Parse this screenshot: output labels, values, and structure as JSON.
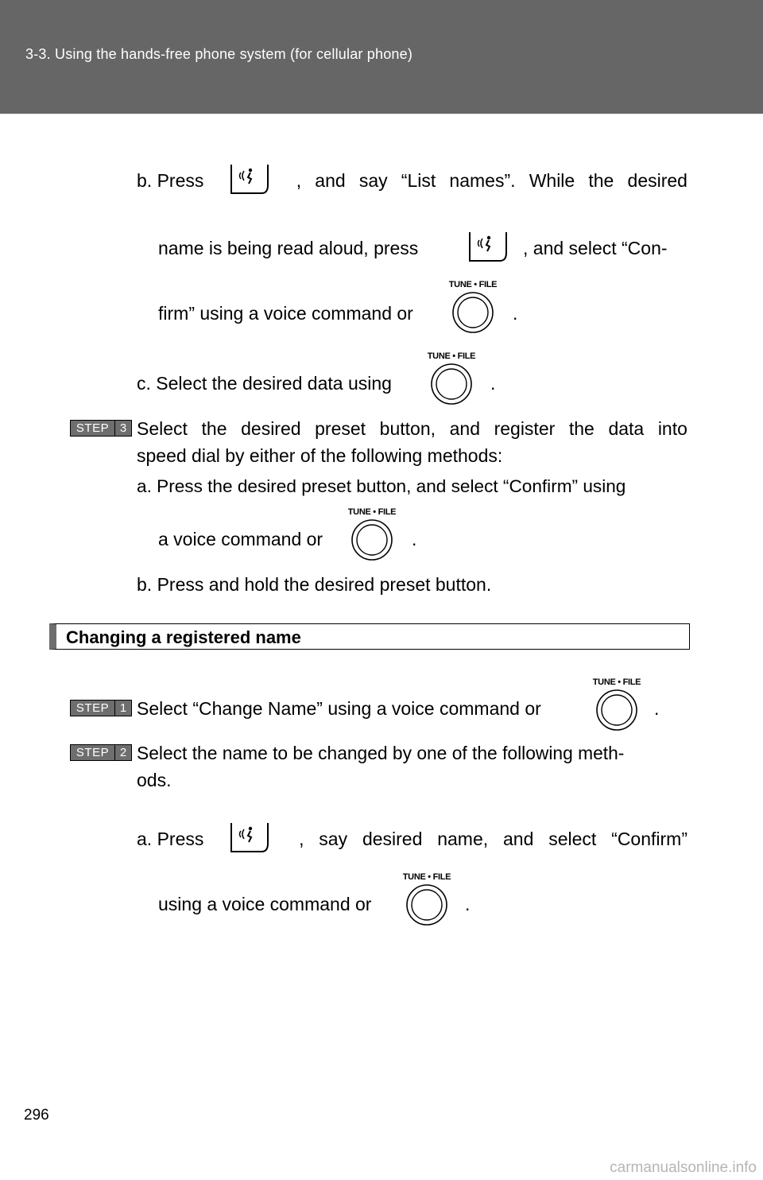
{
  "header": {
    "title": "3-3. Using the hands-free phone system (for cellular phone)"
  },
  "content": {
    "b_words": [
      "b. Press",
      ",",
      "and",
      "say",
      "“List",
      "names”.",
      "While",
      "the",
      "desired"
    ],
    "b_line2_a": "name is being read aloud, press",
    "b_line2_b": ", and select “Con-",
    "b_line3": "firm” using a voice command or",
    "c_line": "c. Select the desired data using",
    "period": ".",
    "step3": {
      "label": "STEP",
      "number": "3",
      "line1_words": [
        "Select",
        "the",
        "desired",
        "preset",
        "button,",
        "and",
        "register",
        "the",
        "data",
        "into"
      ],
      "line2": "speed dial by either of the following methods:",
      "a_line1": "a. Press the desired preset button, and select “Confirm” using",
      "a_line2": "a voice command or",
      "b_line": "b. Press and hold the desired preset button."
    },
    "section_title": "Changing a registered name",
    "step1": {
      "label": "STEP",
      "number": "1",
      "text": "Select “Change Name” using a voice command or"
    },
    "step2": {
      "label": "STEP",
      "number": "2",
      "line1": "Select the name to be changed by one of the following meth-",
      "line2": "ods.",
      "a_words": [
        "a. Press",
        ",",
        "say",
        "desired",
        "name,",
        "and",
        "select",
        "“Confirm”"
      ],
      "a_line2": "using a voice command or"
    },
    "knob_label": "TUNE • FILE",
    "icons": {
      "voice": "voice-talk-icon",
      "tune": "tune-file-knob-icon"
    }
  },
  "footer": {
    "page_number": "296",
    "url": "carmanualsonline.info"
  },
  "colors": {
    "header_bg": "#666666",
    "step_bg": "#6e6e6e",
    "url": "#b5b5b5"
  }
}
